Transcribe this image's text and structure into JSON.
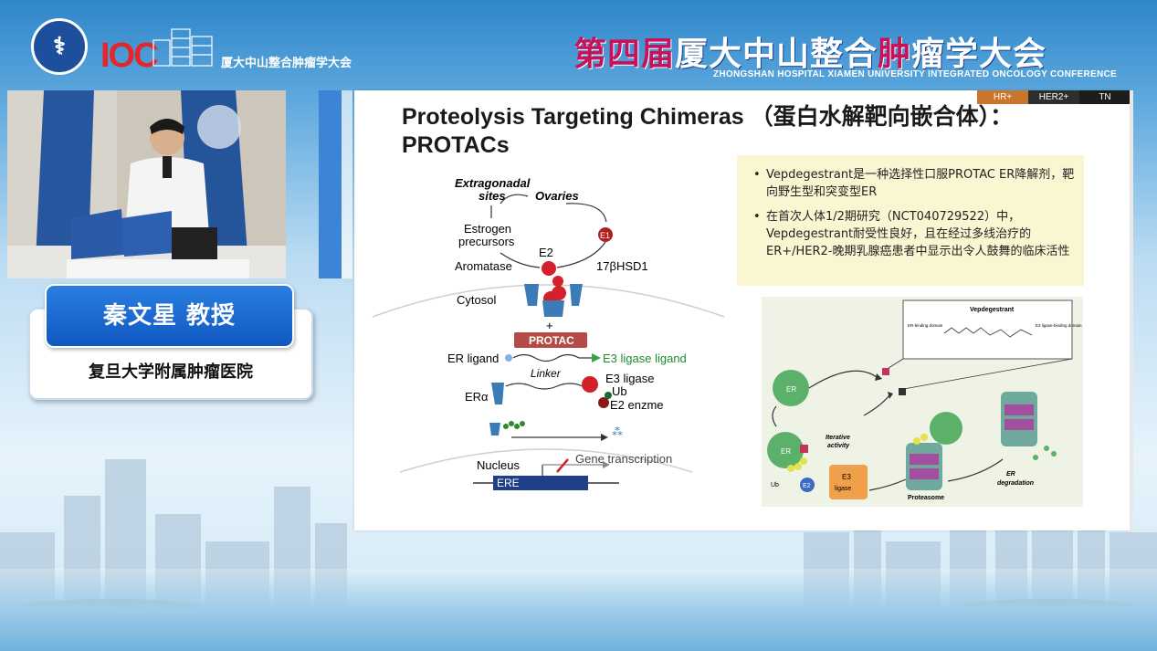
{
  "header": {
    "ioc_logo_text": "IOC",
    "hospital_name_cn": "厦大中山整合肿瘤学大会",
    "conference_title_prefix": "第四届",
    "conference_title_main": "厦大中山整合",
    "conference_title_accent": "肿",
    "conference_title_suffix": "瘤学大会",
    "conference_subtitle": "ZHONGSHAN HOSPITAL XIAMEN UNIVERSITY INTEGRATED ONCOLOGY CONFERENCE"
  },
  "speaker": {
    "name": "秦文星 教授",
    "affiliation": "复旦大学附属肿瘤医院"
  },
  "slide": {
    "tags": [
      "HR+",
      "HER2+",
      "TN"
    ],
    "title_line1": "Proteolysis Targeting Chimeras （蛋白水解靶向嵌合体）：",
    "title_line2": "PROTACs",
    "bullets": [
      "Vepdegestrant是一种选择性口服PROTAC ER降解剂，靶向野生型和突变型ER",
      "在首次人体1/2期研究（NCT040729522）中，Vepdegestrant耐受性良好，且在经过多线治疗的ER+/HER2-晚期乳腺癌患者中显示出令人鼓舞的临床活性"
    ],
    "left_diagram": {
      "extragonadal": "Extragonadal",
      "sites": "sites",
      "ovaries": "Ovaries",
      "estrogen": "Estrogen",
      "precursors": "precursors",
      "e1": "E1",
      "e2": "E2",
      "aromatase": "Aromatase",
      "hsd": "17βHSD1",
      "cytosol": "Cytosol",
      "plus": "+",
      "protac": "PROTAC",
      "er_ligand": "ER ligand",
      "e3_ligase_ligand": "E3 ligase ligand",
      "linker": "Linker",
      "e3_ligase": "E3 ligase",
      "ub": "Ub",
      "e2_enzyme": "E2 enzme",
      "er_alpha": "ERα",
      "nucleus": "Nucleus",
      "gene_transcription": "Gene transcription",
      "ere": "ERE"
    },
    "right_diagram": {
      "vepdegestrant": "Vepdegestrant",
      "er_binding": "ER-binding domain",
      "e3_binding": "E3 ligase-binding domain",
      "er": "ER",
      "iterative": "Iterative",
      "activity": "activity",
      "ub": "Ub",
      "e2": "E2",
      "e3": "E3",
      "ligase": "ligase",
      "proteasome": "Proteasome",
      "er_deg1": "ER",
      "er_deg2": "degradation"
    }
  },
  "colors": {
    "accent_blue": "#1057c2",
    "title_accent": "#c6125b",
    "ioc_red": "#e2262b",
    "bullet_bg": "#fbf6d2",
    "tag_hr": "#c9752b"
  }
}
